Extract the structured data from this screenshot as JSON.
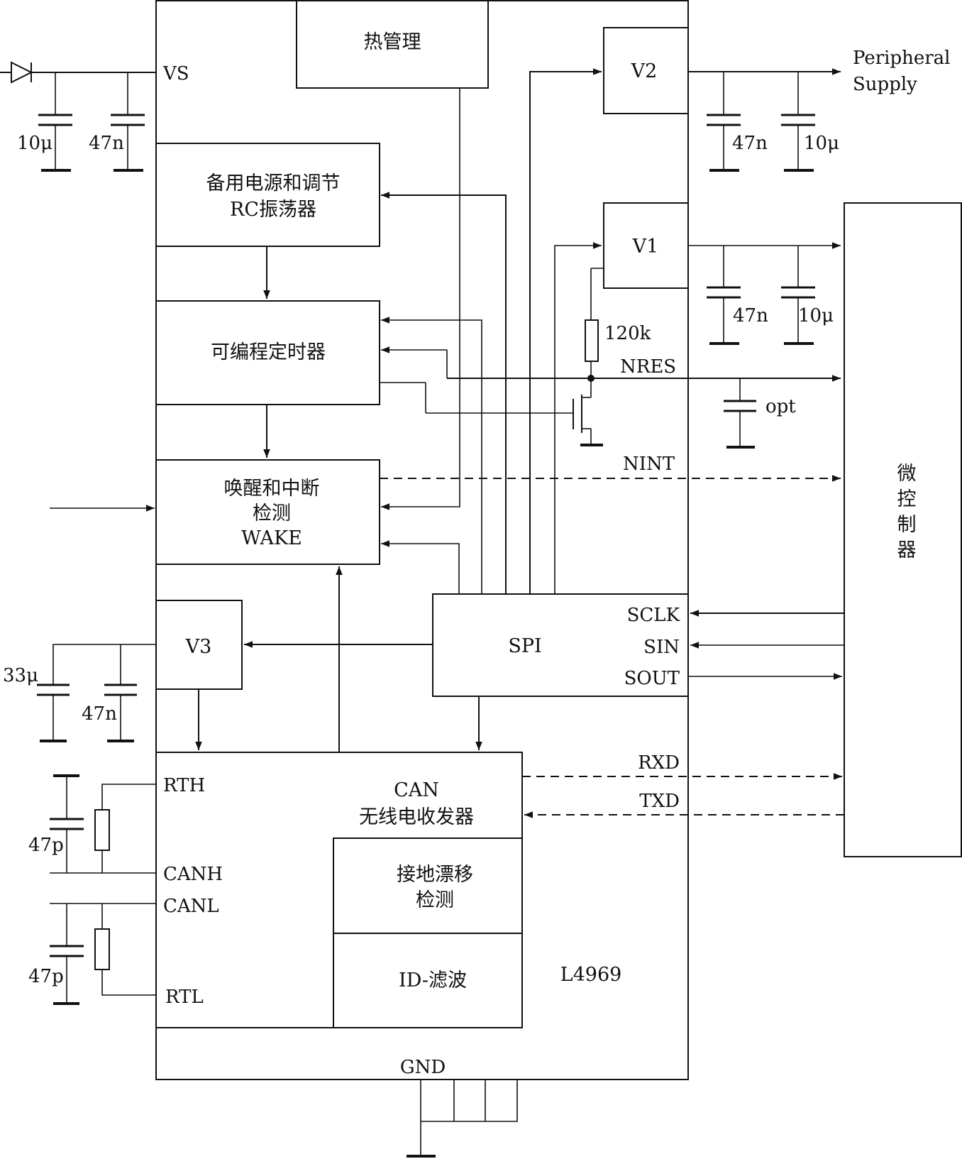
{
  "chip": {
    "name": "L4969",
    "gnd": "GND"
  },
  "blocks": {
    "thermal": "热管理",
    "standby_line1": "备用电源和调节",
    "standby_line2": "RC振荡器",
    "timer": "可编程定时器",
    "wake_line1": "唤醒和中断",
    "wake_line2": "检测",
    "wake_line3": "WAKE",
    "v1": "V1",
    "v2": "V2",
    "v3": "V3",
    "spi": "SPI",
    "can_line1": "CAN",
    "can_line2": "无线电收发器",
    "gnd_shift_line1": "接地漂移",
    "gnd_shift_line2": "检测",
    "id_filter": "ID-滤波",
    "mcu_chars": [
      "微",
      "控",
      "制",
      "器"
    ]
  },
  "pins": {
    "vs": "VS",
    "nres": "NRES",
    "nint": "NINT",
    "sclk": "SCLK",
    "sin": "SIN",
    "sout": "SOUT",
    "rxd": "RXD",
    "txd": "TXD",
    "rth": "RTH",
    "canh": "CANH",
    "canl": "CANL",
    "rtl": "RTL"
  },
  "components": {
    "vs_cap_big": "10μ",
    "vs_cap_small": "47n",
    "v2_cap_small": "47n",
    "v2_cap_big": "10μ",
    "v1_cap_small": "47n",
    "v1_cap_big": "10μ",
    "reset_resistor": "120k",
    "nres_cap": "opt",
    "v3_cap_big": "33μ",
    "v3_cap_small": "47n",
    "canh_cap": "47p",
    "canl_cap": "47p"
  },
  "peripheral_supply_line1": "Peripheral",
  "peripheral_supply_line2": "Supply"
}
